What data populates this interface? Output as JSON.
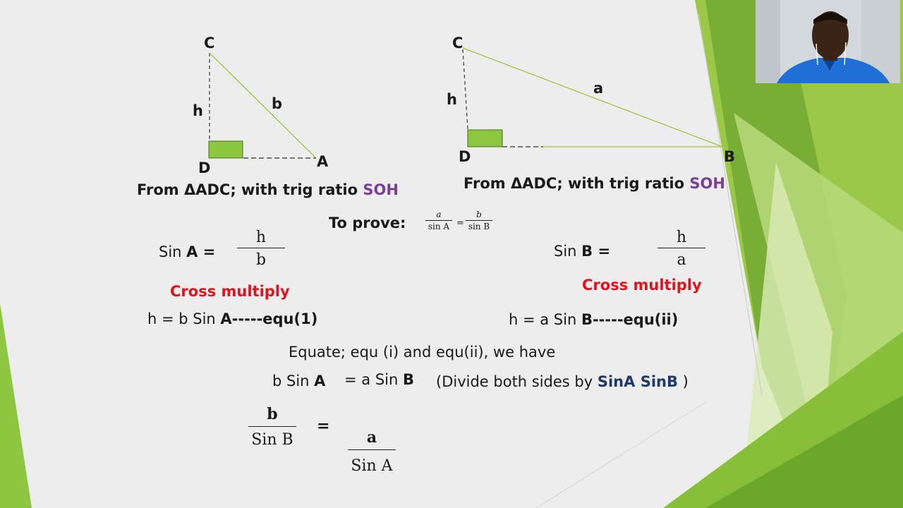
{
  "slide": {
    "tri1": {
      "C": "C",
      "h": "h",
      "b": "b",
      "D": "D",
      "A": "A"
    },
    "tri2": {
      "C": "C",
      "h": "h",
      "a": "a",
      "D": "D",
      "B": "B"
    },
    "from_left": {
      "text": "From ΔADC; with trig ratio ",
      "ratio": "SOH"
    },
    "from_right": {
      "text": "From ΔADC; with trig ratio ",
      "ratio": "SOH"
    },
    "to_prove": {
      "label": "To prove:",
      "num1": "a",
      "den1": "sin A",
      "eq": "=",
      "num2": "b",
      "den2": "sin B"
    },
    "sinA": {
      "pre": "Sin ",
      "bold": "A",
      "post": " =",
      "num": "h",
      "den": "b"
    },
    "sinB": {
      "pre": "Sin ",
      "bold": "B",
      "post": " =",
      "num": "h",
      "den": "a"
    },
    "cross_left": "Cross multiply",
    "cross_right": "Cross multiply",
    "eq1": {
      "pre": "h = b Sin ",
      "bold": "A-----equ(1)"
    },
    "eq2": {
      "pre": "h = a Sin ",
      "bold": "B-----equ(ii)"
    },
    "equate": "Equate; equ (i) and equ(ii), we have",
    "bsina": {
      "pre": "b Sin ",
      "bold": "A"
    },
    "asinb": {
      "pre": "= a Sin ",
      "bold": "B"
    },
    "divide": {
      "pre": "(Divide both sides by ",
      "bold": "SinA SinB",
      "post": " )"
    },
    "final": {
      "num1": "b",
      "den1": "Sin B",
      "eq": "=",
      "num2": "a",
      "den2": "Sin A"
    }
  },
  "colors": {
    "green": "#8dc63f",
    "purple": "#7b3f98",
    "red": "#e0141e",
    "navy": "#1f3a68"
  }
}
